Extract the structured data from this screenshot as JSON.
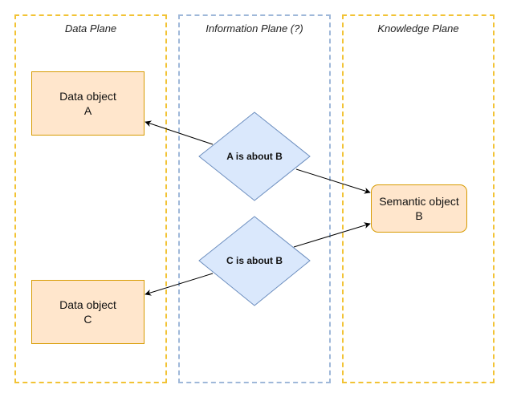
{
  "planes": [
    {
      "title": "Data Plane",
      "border_color": "#f2c335"
    },
    {
      "title": "Information Plane (?)",
      "border_color": "#9fb8d9"
    },
    {
      "title": "Knowledge Plane",
      "border_color": "#f2c335"
    }
  ],
  "nodes": {
    "data_object_a": {
      "label": "Data object\nA"
    },
    "data_object_c": {
      "label": "Data object\nC"
    },
    "semantic_object_b": {
      "label": "Semantic object\nB"
    },
    "relation_a_b": {
      "label": "A is about B"
    },
    "relation_c_b": {
      "label": "C is about B"
    }
  },
  "colors": {
    "data_fill": "#ffe6cc",
    "data_stroke": "#d79b00",
    "diamond_fill": "#dae8fc",
    "diamond_stroke": "#6c8ebf",
    "edge": "#000000"
  }
}
